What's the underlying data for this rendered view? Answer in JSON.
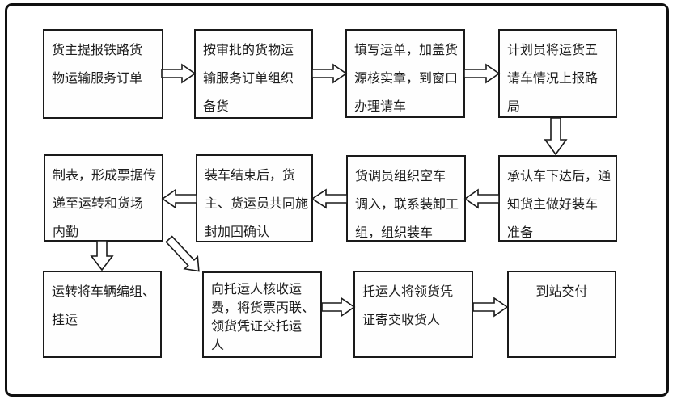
{
  "diagram": {
    "kind": "flowchart",
    "language": "zh-CN"
  },
  "colors": {
    "line": "#1a1a1a",
    "text": "#1d1d1d",
    "background": "#ffffff"
  },
  "nodes": [
    {
      "id": "n1",
      "text": "货主提报铁路货\n物运输服务订单"
    },
    {
      "id": "n2",
      "text": "按审批的货物运\n输服务订单组织\n备货"
    },
    {
      "id": "n3",
      "text": "填写运单，加盖货\n源核实章，到窗口\n办理请车"
    },
    {
      "id": "n4",
      "text": "计划员将运货五\n请车情况上报路\n局"
    },
    {
      "id": "n5",
      "text": "承认车下达后，通\n知货主做好装车\n准备"
    },
    {
      "id": "n6",
      "text": "货调员组织空车\n调入，联系装卸工\n组，组织装车"
    },
    {
      "id": "n7",
      "text": "装车结束后，货\n主、货运员共同施\n封加固确认"
    },
    {
      "id": "n8",
      "text": "制表，形成票据传\n递至运转和货场\n内勤"
    },
    {
      "id": "n9",
      "text": "运转将车辆编组、\n挂运"
    },
    {
      "id": "n10",
      "text": "向托运人核收运\n费，将货票丙联、\n领货凭证交托运\n人"
    },
    {
      "id": "n11",
      "text": "托运人将领货凭\n证寄交收货人"
    },
    {
      "id": "n12",
      "text": "到站交付"
    }
  ],
  "edges": [
    {
      "from": "n1",
      "to": "n2",
      "direction": "right"
    },
    {
      "from": "n2",
      "to": "n3",
      "direction": "right"
    },
    {
      "from": "n3",
      "to": "n4",
      "direction": "right"
    },
    {
      "from": "n4",
      "to": "n5",
      "direction": "down"
    },
    {
      "from": "n5",
      "to": "n6",
      "direction": "left"
    },
    {
      "from": "n6",
      "to": "n7",
      "direction": "left"
    },
    {
      "from": "n7",
      "to": "n8",
      "direction": "left"
    },
    {
      "from": "n8",
      "to": "n9",
      "direction": "down"
    },
    {
      "from": "n8",
      "to": "n10",
      "direction": "down-right"
    },
    {
      "from": "n10",
      "to": "n11",
      "direction": "right"
    },
    {
      "from": "n11",
      "to": "n12",
      "direction": "right"
    }
  ]
}
